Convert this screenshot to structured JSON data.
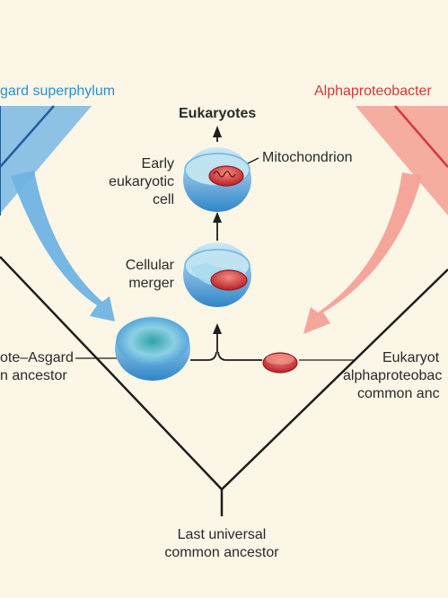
{
  "labels": {
    "asgard": "gard superphylum",
    "alpha": "Alphaproteobacter",
    "eukaryotes": "Eukaryotes",
    "early_cell": [
      "Early",
      "eukaryotic",
      "cell"
    ],
    "mitochondrion": "Mitochondrion",
    "merger": [
      "Cellular",
      "merger"
    ],
    "euk_asgard_ancestor": [
      "ote–Asgard",
      "n ancestor"
    ],
    "euk_alpha_ancestor": [
      "Eukaryot",
      "alphaproteobac",
      "common anc"
    ],
    "luca": [
      "Last universal",
      "common ancestor"
    ]
  },
  "colors": {
    "background": "#fbf6e6",
    "asgard_blue": "#2f8fcf",
    "asgard_light": "#8ec5ea",
    "alpha_red": "#d6373c",
    "alpha_light": "#f4a196",
    "line": "#1e1e1e"
  }
}
